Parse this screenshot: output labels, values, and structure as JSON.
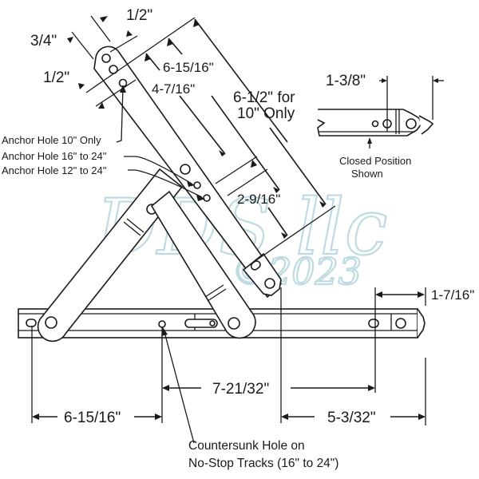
{
  "diagram": {
    "subject": "Window hinge arm assembly with track",
    "watermark": {
      "brand": "DDS llc",
      "copyright": "©2023",
      "color": "#a9cfd8"
    },
    "dimensions": {
      "top_half": "1/2\"",
      "top_three_quarter": "3/4\"",
      "left_half": "1/2\"",
      "arm_6_15_16": "6-15/16\"",
      "arm_4_7_16": "4-7/16\"",
      "arm_6_1_2_line1": "6-1/2\" for",
      "arm_6_1_2_line2": "10\" Only",
      "arm_2_9_16": "2-9/16\"",
      "closed_1_3_8": "1-3/8\"",
      "track_1_7_16": "1-7/16\"",
      "track_7_21_32": "7-21/32\"",
      "track_6_15_16": "6-15/16\"",
      "track_5_3_32": "5-3/32\""
    },
    "callouts": {
      "anchor_10": "Anchor Hole 10\" Only",
      "anchor_16_24": "Anchor Hole 16\" to 24\"",
      "anchor_12_24": "Anchor Hole 12\" to 24\"",
      "closed_line1": "Closed Position",
      "closed_line2": "Shown",
      "countersunk_line1": "Countersunk Hole on",
      "countersunk_line2": "No-Stop Tracks (16\" to 24\")"
    },
    "colors": {
      "line": "#1a1a1a",
      "background": "#ffffff"
    }
  }
}
